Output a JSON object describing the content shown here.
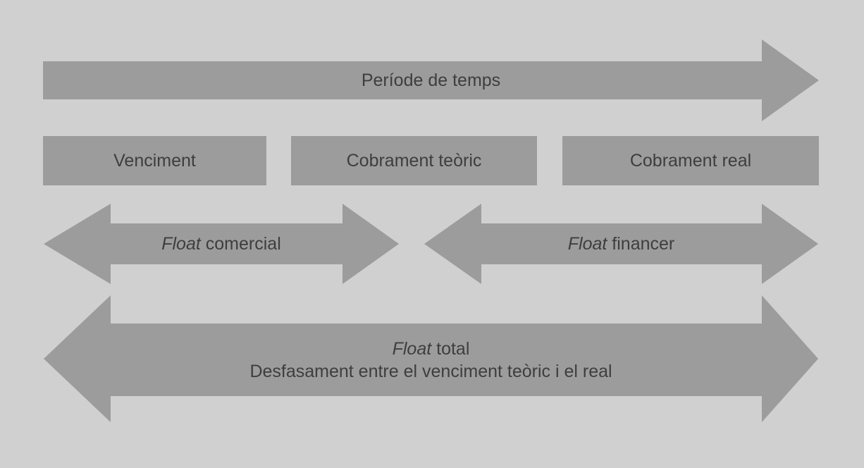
{
  "colors": {
    "background": "#d0d0d0",
    "shape_gray": "#9c9c9c",
    "text": "#3e3e3e"
  },
  "timeline_arrow": {
    "label": "Període de temps"
  },
  "boxes": [
    {
      "label": "Venciment"
    },
    {
      "label": "Cobrament teòric"
    },
    {
      "label": "Cobrament real"
    }
  ],
  "float_arrows": {
    "comercial": {
      "italic": "Float",
      "rest": " comercial"
    },
    "financer": {
      "italic": "Float",
      "rest": " financer"
    },
    "total": {
      "italic": "Float",
      "rest": " total",
      "subtitle": "Desfasament entre el venciment teòric i el real"
    }
  }
}
